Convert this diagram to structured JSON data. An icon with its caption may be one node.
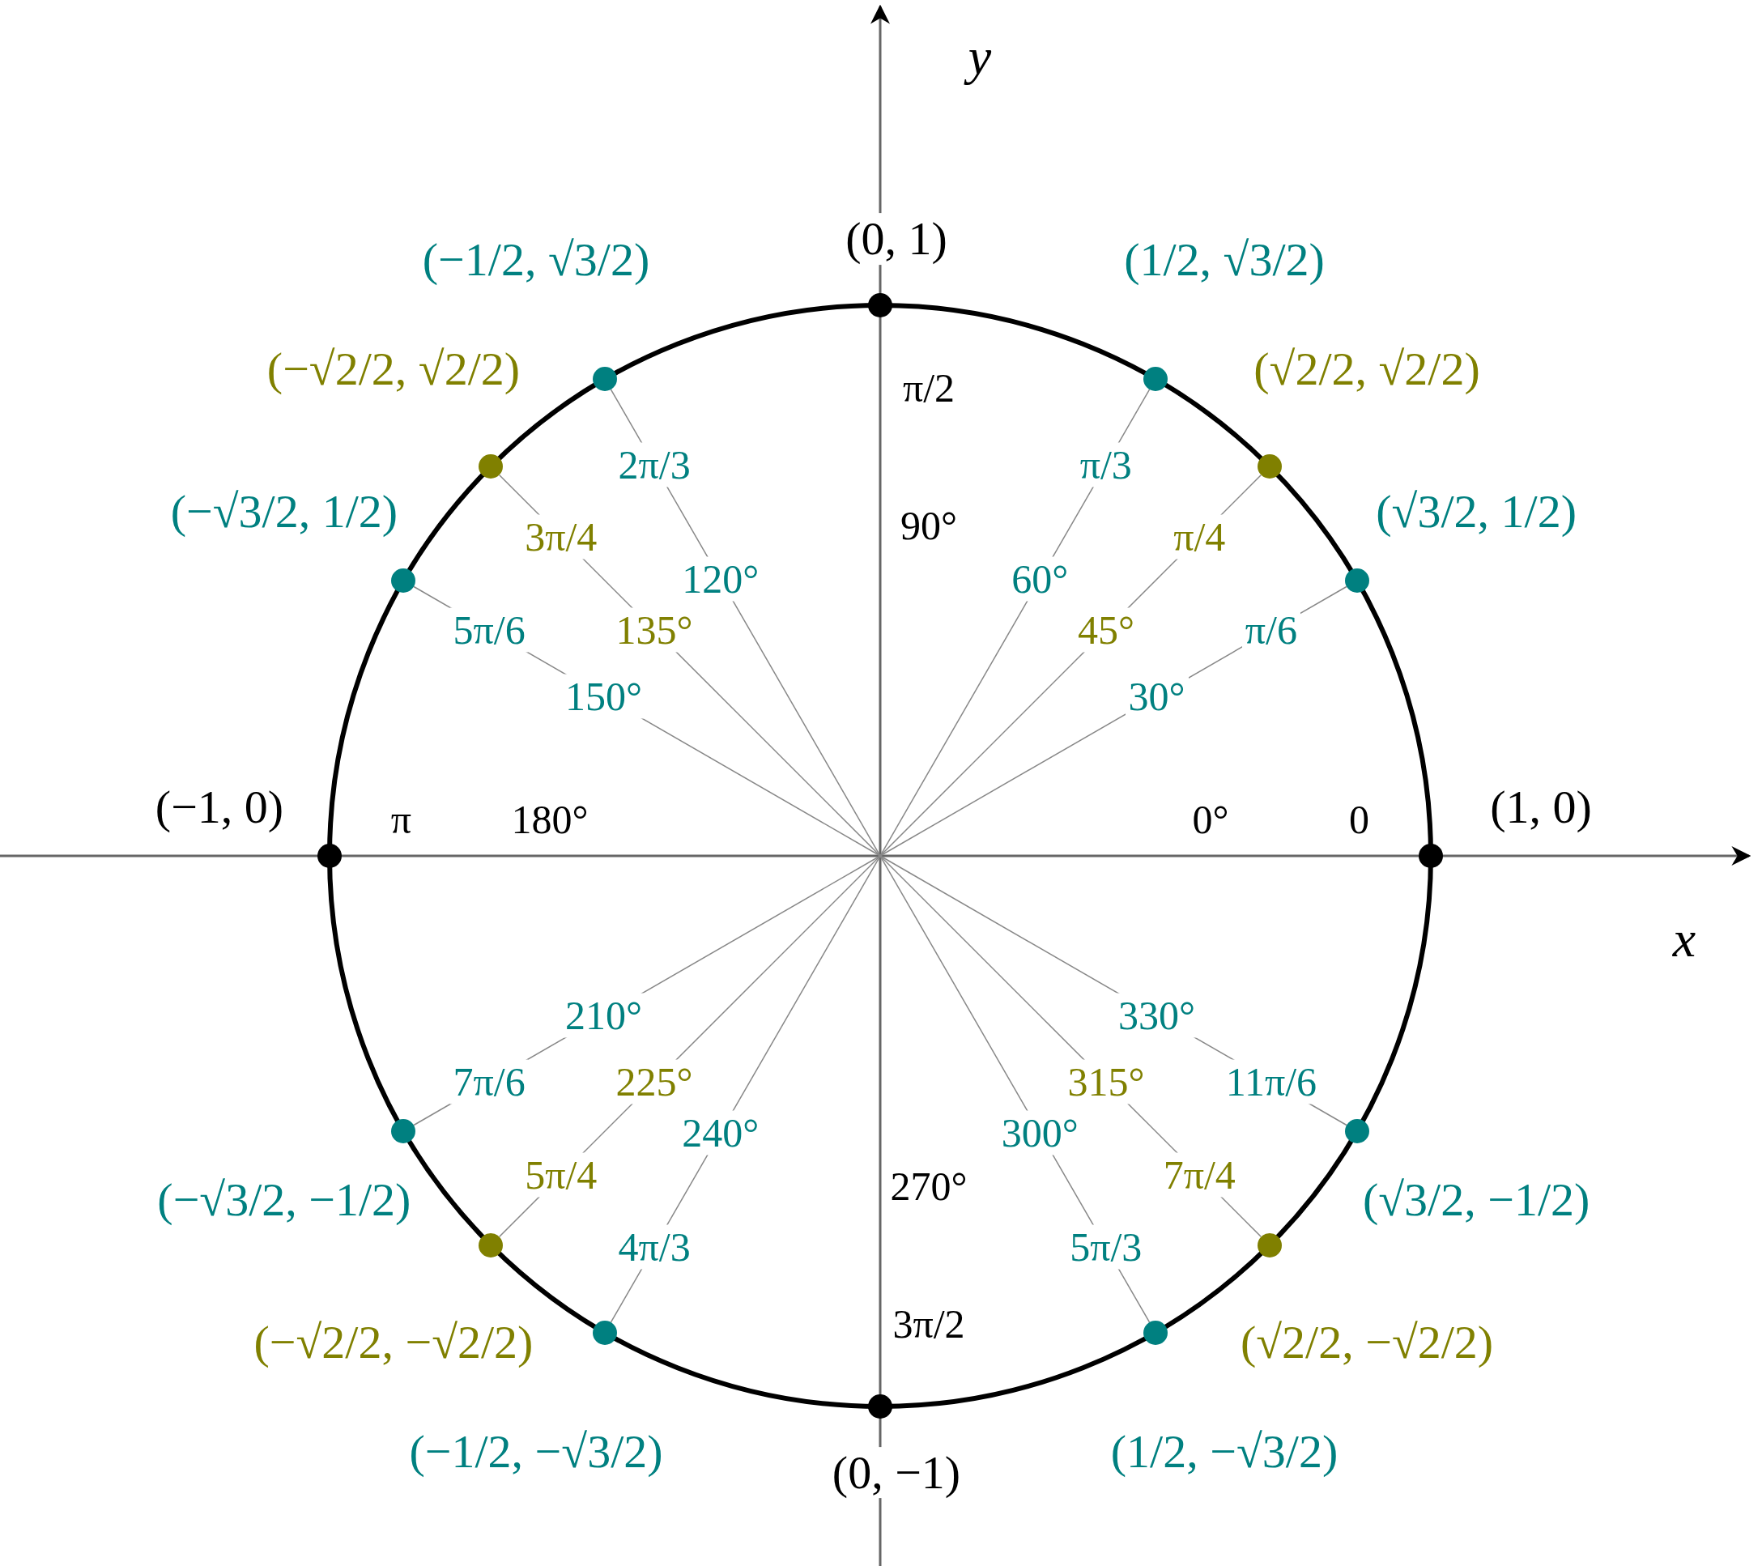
{
  "diagram": {
    "nodes": [
      {
        "text": [],
        "shape": "circle",
        "beside": [
          "(1, 0)"
        ]
      },
      {
        "text": [],
        "shape": "circle",
        "beside": [
          "(√3/2, 1/2)"
        ]
      },
      {
        "text": [],
        "shape": "circle",
        "beside": [
          "(√2/2, √2/2)"
        ]
      },
      {
        "text": [],
        "shape": "circle",
        "beside": [
          "(1/2, √3/2)"
        ]
      },
      {
        "text": [],
        "shape": "circle",
        "beside": [
          "(0, 1)"
        ]
      },
      {
        "text": [],
        "shape": "circle",
        "beside": [
          "(−1/2, √3/2)"
        ]
      },
      {
        "text": [],
        "shape": "circle",
        "beside": [
          "(−√2/2, √2/2)"
        ]
      },
      {
        "text": [],
        "shape": "circle",
        "beside": [
          "(−√3/2, 1/2)"
        ]
      },
      {
        "text": [],
        "shape": "circle",
        "beside": [
          "(−1, 0)"
        ]
      },
      {
        "text": [],
        "shape": "circle",
        "beside": [
          "(−√3/2, −1/2)"
        ]
      },
      {
        "text": [],
        "shape": "circle",
        "beside": [
          "(−√2/2, −√2/2)"
        ]
      },
      {
        "text": [],
        "shape": "circle",
        "beside": [
          "(−1/2, −√3/2)"
        ]
      },
      {
        "text": [],
        "shape": "circle",
        "beside": [
          "(0, −1)"
        ]
      },
      {
        "text": [],
        "shape": "circle",
        "beside": [
          "(1/2, −√3/2)"
        ]
      },
      {
        "text": [],
        "shape": "circle",
        "beside": [
          "(√2/2, −√2/2)"
        ]
      },
      {
        "text": [],
        "shape": "circle",
        "beside": [
          "(√3/2, −1/2)"
        ]
      }
    ],
    "edges": [
      {
        "from": null,
        "to": 1,
        "arrow": "none"
      },
      {
        "from": null,
        "to": 2,
        "arrow": "none"
      },
      {
        "from": null,
        "to": 3,
        "arrow": "none"
      },
      {
        "from": null,
        "to": 5,
        "arrow": "none"
      },
      {
        "from": null,
        "to": 6,
        "arrow": "none"
      },
      {
        "from": null,
        "to": 7,
        "arrow": "none"
      },
      {
        "from": null,
        "to": 9,
        "arrow": "none"
      },
      {
        "from": null,
        "to": 10,
        "arrow": "none"
      },
      {
        "from": null,
        "to": 11,
        "arrow": "none"
      },
      {
        "from": null,
        "to": 13,
        "arrow": "none"
      },
      {
        "from": null,
        "to": 14,
        "arrow": "none"
      },
      {
        "from": null,
        "to": 15,
        "arrow": "none"
      }
    ],
    "labels": [
      "0",
      "0°",
      "π/6",
      "30°",
      "π/4",
      "45°",
      "π/3",
      "60°",
      "π/2",
      "90°",
      "2π/3",
      "120°",
      "3π/4",
      "135°",
      "5π/6",
      "150°",
      "π",
      "180°",
      "7π/6",
      "210°",
      "5π/4",
      "225°",
      "4π/3",
      "240°",
      "3π/2",
      "270°",
      "5π/3",
      "300°",
      "7π/4",
      "315°",
      "11π/6",
      "330°",
      "x",
      "y"
    ]
  }
}
